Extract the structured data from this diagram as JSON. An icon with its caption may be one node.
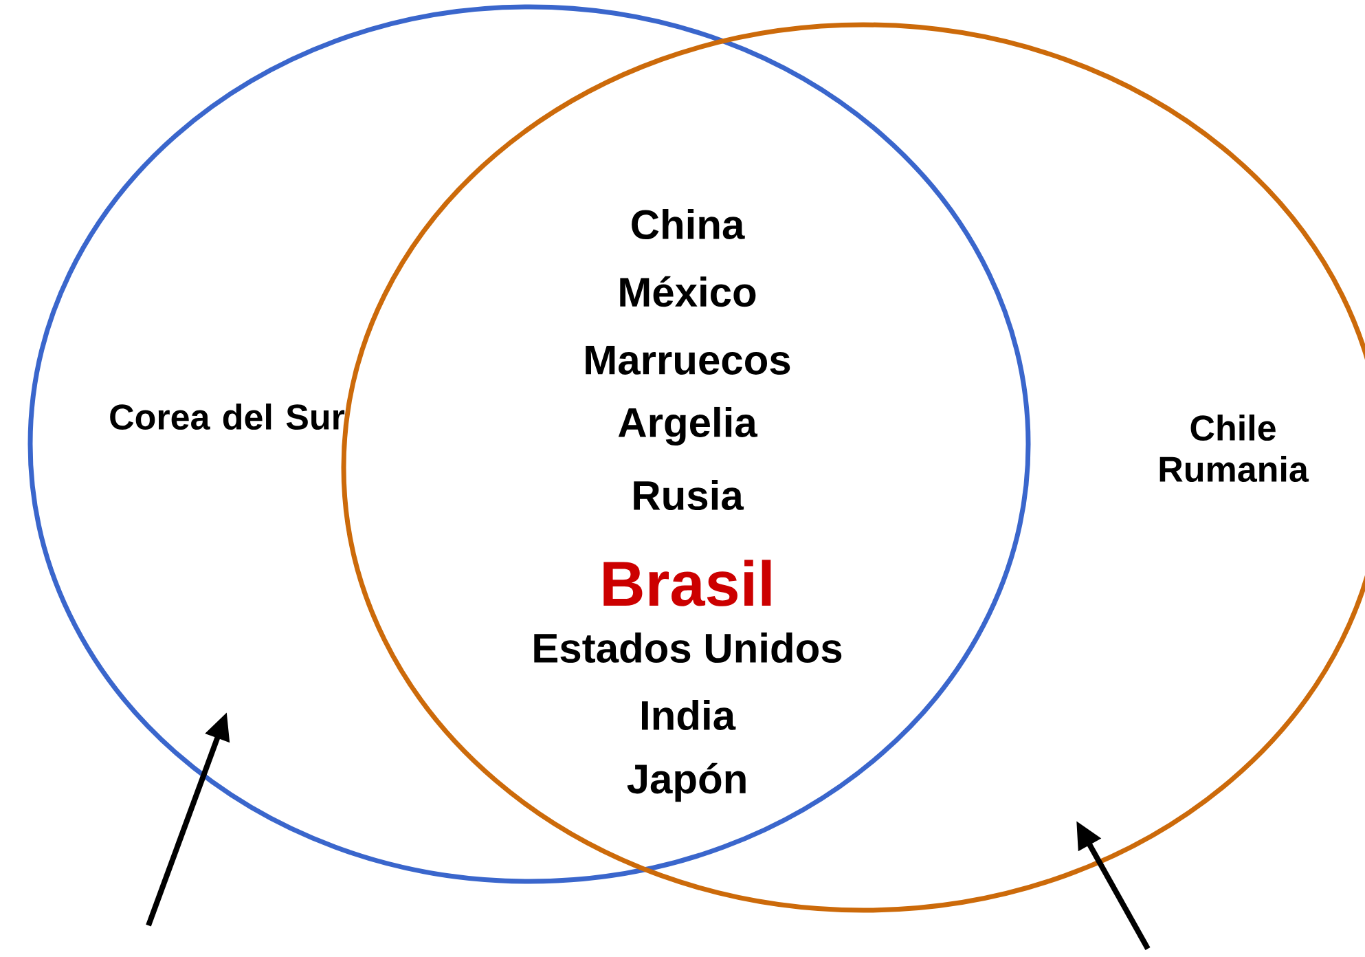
{
  "diagram": {
    "nodes": [
      {
        "text": [
          "Corea del Sur"
        ]
      },
      {
        "text": [
          "Chile Rumania"
        ]
      }
    ],
    "edges": [
      {
        "from": null,
        "to": 0,
        "arrow": "to"
      },
      {
        "from": null,
        "to": 1,
        "arrow": "to"
      }
    ],
    "labels": [
      "China",
      "México",
      "Marruecos",
      "Argelia",
      "Rusia",
      "Brasil",
      "Estados Unidos",
      "India",
      "Japón"
    ]
  }
}
